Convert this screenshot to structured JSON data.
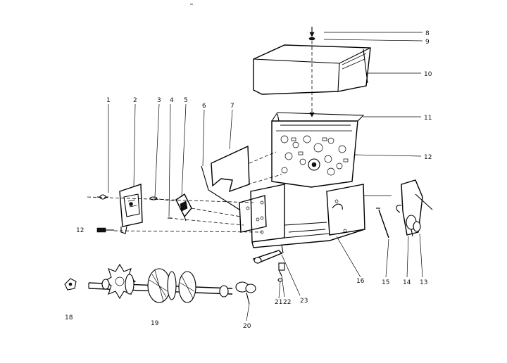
{
  "parts": [
    {
      "id": "p1",
      "label": "1"
    },
    {
      "id": "p2",
      "label": "2"
    },
    {
      "id": "p3",
      "label": "3"
    },
    {
      "id": "p4",
      "label": "4"
    },
    {
      "id": "p5",
      "label": "5"
    },
    {
      "id": "p6",
      "label": "6"
    },
    {
      "id": "p7",
      "label": "7"
    },
    {
      "id": "p8",
      "label": "8"
    },
    {
      "id": "p9",
      "label": "9"
    },
    {
      "id": "p10",
      "label": "10"
    },
    {
      "id": "p11",
      "label": "11"
    },
    {
      "id": "p12a",
      "label": "12"
    },
    {
      "id": "p12b",
      "label": "12"
    },
    {
      "id": "p13",
      "label": "13"
    },
    {
      "id": "p14",
      "label": "14"
    },
    {
      "id": "p15",
      "label": "15"
    },
    {
      "id": "p16",
      "label": "16"
    },
    {
      "id": "p18",
      "label": "18"
    },
    {
      "id": "p19",
      "label": "19"
    },
    {
      "id": "p20",
      "label": "20"
    },
    {
      "id": "p21",
      "label": "21"
    },
    {
      "id": "p22",
      "label": "22"
    },
    {
      "id": "p23",
      "label": "23"
    }
  ]
}
